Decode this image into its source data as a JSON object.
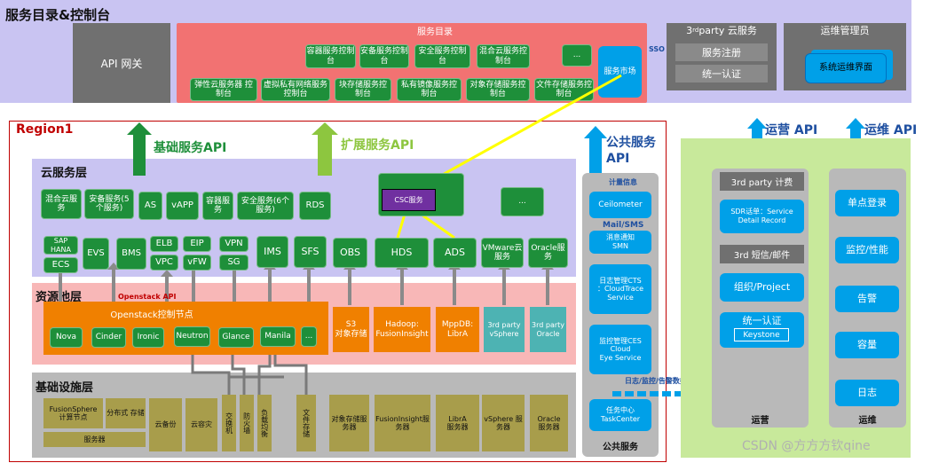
{
  "top": {
    "title": "服务目录&控制台",
    "api_gateway": "API  网关",
    "catalog": {
      "title": "服务目录",
      "row1": [
        "容器服务控制台",
        "安备服务控制台",
        "安全服务控制台",
        "混合云服务控制台",
        "..."
      ],
      "row2": [
        "弹性云服务器 控制台",
        "虚拟私有网络服务控制台",
        "块存储服务控制台",
        "私有镜像服务控制台",
        "对象存储服务控制台",
        "文件存储服务控制台"
      ],
      "market": "服务市场",
      "sso": "SSO"
    },
    "third_party": {
      "title_prefix": "3",
      "title_sup": "rd",
      "title_suffix": " party 云服务",
      "items": [
        "服务注册",
        "统一认证"
      ]
    },
    "ops_admin": {
      "title": "运维管理员",
      "item": "系统运维界面"
    }
  },
  "region": {
    "title": "Region1",
    "arrows": {
      "basic_api": "基础服务API",
      "ext_api": "扩展服务API",
      "public_api": "公共服务API"
    },
    "cloud_layer": {
      "title": "云服务层",
      "row1": [
        "混合云服务",
        "安备服务(5个服务)",
        "AS",
        "vAPP",
        "容器服务",
        "安全服务(6个服务)",
        "RDS"
      ],
      "csc": "CSC服务",
      "more": "...",
      "row2": {
        "sap_hana": "SAP HANA",
        "ecs": "ECS",
        "evs": "EVS",
        "bms": "BMS",
        "elb": "ELB",
        "eip": "EIP",
        "vpn": "VPN",
        "vpc": "VPC",
        "vfw": "vFW",
        "sg": "SG",
        "ims": "IMS",
        "sfs": "SFS",
        "obs": "OBS",
        "hds": "HDS",
        "ads": "ADS",
        "vmware": "VMware云服务",
        "oracle": "Oracle服务"
      }
    },
    "resource_layer": {
      "title": "资源池层",
      "openstack_api": "Openstack API",
      "openstack_node": "Openstack控制节点",
      "components": [
        "Nova",
        "Cinder",
        "Ironic",
        "Neutron",
        "Glance",
        "Manila",
        "..."
      ],
      "s3": "S3\n对象存储",
      "hadoop": "Hadoop:\nFusionInsight",
      "mppdb": "MppDB:\nLibrA",
      "vsphere": "3rd party\nvSphere",
      "oracle": "3rd party\nOracle"
    },
    "infra_layer": {
      "title": "基础设施层",
      "fusionsphere": "FusionSphere\n计算节点",
      "storage": "分布式 存储",
      "server": "服务器",
      "cloud_backup": "云备份",
      "cloud_dr": "云容灾",
      "switch": "交换机",
      "firewall": "防火墙",
      "lb": "负载均衡",
      "file_storage": "文件存储",
      "obj_server": "对象存储服务器",
      "fi_server": "FusionInsight服务器",
      "libra_server": "LibrA\n服务器",
      "vsphere_server": "vSphere 服务器",
      "oracle_server": "Oracle\n服务器"
    },
    "public_services": {
      "title": "公共服务",
      "billing": "计量信息",
      "ceilometer": "Ceilometer",
      "mail": "Mail/SMS",
      "smn": "消息通知\nSMN",
      "cts": "日志管理CTS\n：CloudTrace\nService",
      "ces": "监控管理CES\nCloud\nEye Service",
      "taskcenter": "任务中心\nTaskCenter"
    }
  },
  "right": {
    "log_label": "日志/监控/告警数据",
    "ops_api": "运营 API",
    "maint_api": "运维 API",
    "operation": {
      "title": "运营",
      "billing": "3rd party 计费",
      "sdr": "SDR话单：Service\nDetail Record",
      "sms": "3rd 短信/邮件",
      "org": "组织/Project",
      "auth": "统一认证",
      "keystone": "Keystone"
    },
    "maintenance": {
      "title": "运维",
      "items": [
        "单点登录",
        "监控/性能",
        "告警",
        "容量",
        "日志"
      ]
    }
  },
  "watermark": "CSDN @方方方钦qine"
}
